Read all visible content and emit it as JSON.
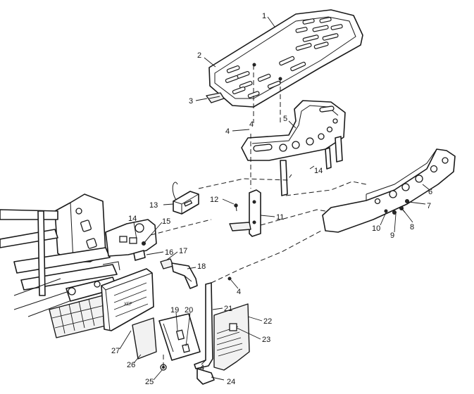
{
  "callouts": [
    {
      "number": "1"
    },
    {
      "number": "2"
    },
    {
      "number": "3"
    },
    {
      "number": "4"
    },
    {
      "number": "5"
    },
    {
      "number": "4"
    },
    {
      "number": "14"
    },
    {
      "number": "6"
    },
    {
      "number": "7"
    },
    {
      "number": "8"
    },
    {
      "number": "9"
    },
    {
      "number": "10"
    },
    {
      "number": "13"
    },
    {
      "number": "12"
    },
    {
      "number": "11"
    },
    {
      "number": "14"
    },
    {
      "number": "15"
    },
    {
      "number": "16"
    },
    {
      "number": "17"
    },
    {
      "number": "18"
    },
    {
      "number": "4"
    },
    {
      "number": "21"
    },
    {
      "number": "22"
    },
    {
      "number": "23"
    },
    {
      "number": "19"
    },
    {
      "number": "20"
    },
    {
      "number": "4"
    },
    {
      "number": "24"
    },
    {
      "number": "25"
    },
    {
      "number": "26"
    },
    {
      "number": "27"
    }
  ],
  "housing_text": "XEF"
}
